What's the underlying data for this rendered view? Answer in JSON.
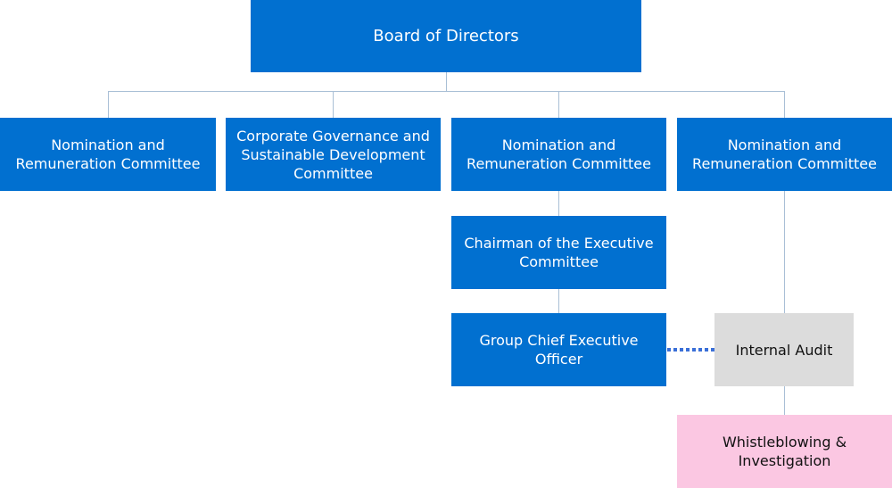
{
  "org": {
    "board": "Board of Directors",
    "committee_1": "Nomination and Remuneration Committee",
    "committee_2": "Corporate Governance and Sustainable Development Committee",
    "committee_3": "Nomination and Remuneration Committee",
    "committee_4": "Nomination and Remuneration Committee",
    "chairman": "Chairman of the Executive Committee",
    "gceo": "Group Chief Executive Officer",
    "internal_audit": "Internal Audit",
    "whistleblowing": "Whistleblowing & Investigation"
  },
  "colors": {
    "box_blue": "#0170d0",
    "box_grey": "#dcdcdc",
    "box_pink": "#fbc7e2",
    "connector": "#a9bfd6",
    "dotted_link": "#3a6fd8"
  }
}
